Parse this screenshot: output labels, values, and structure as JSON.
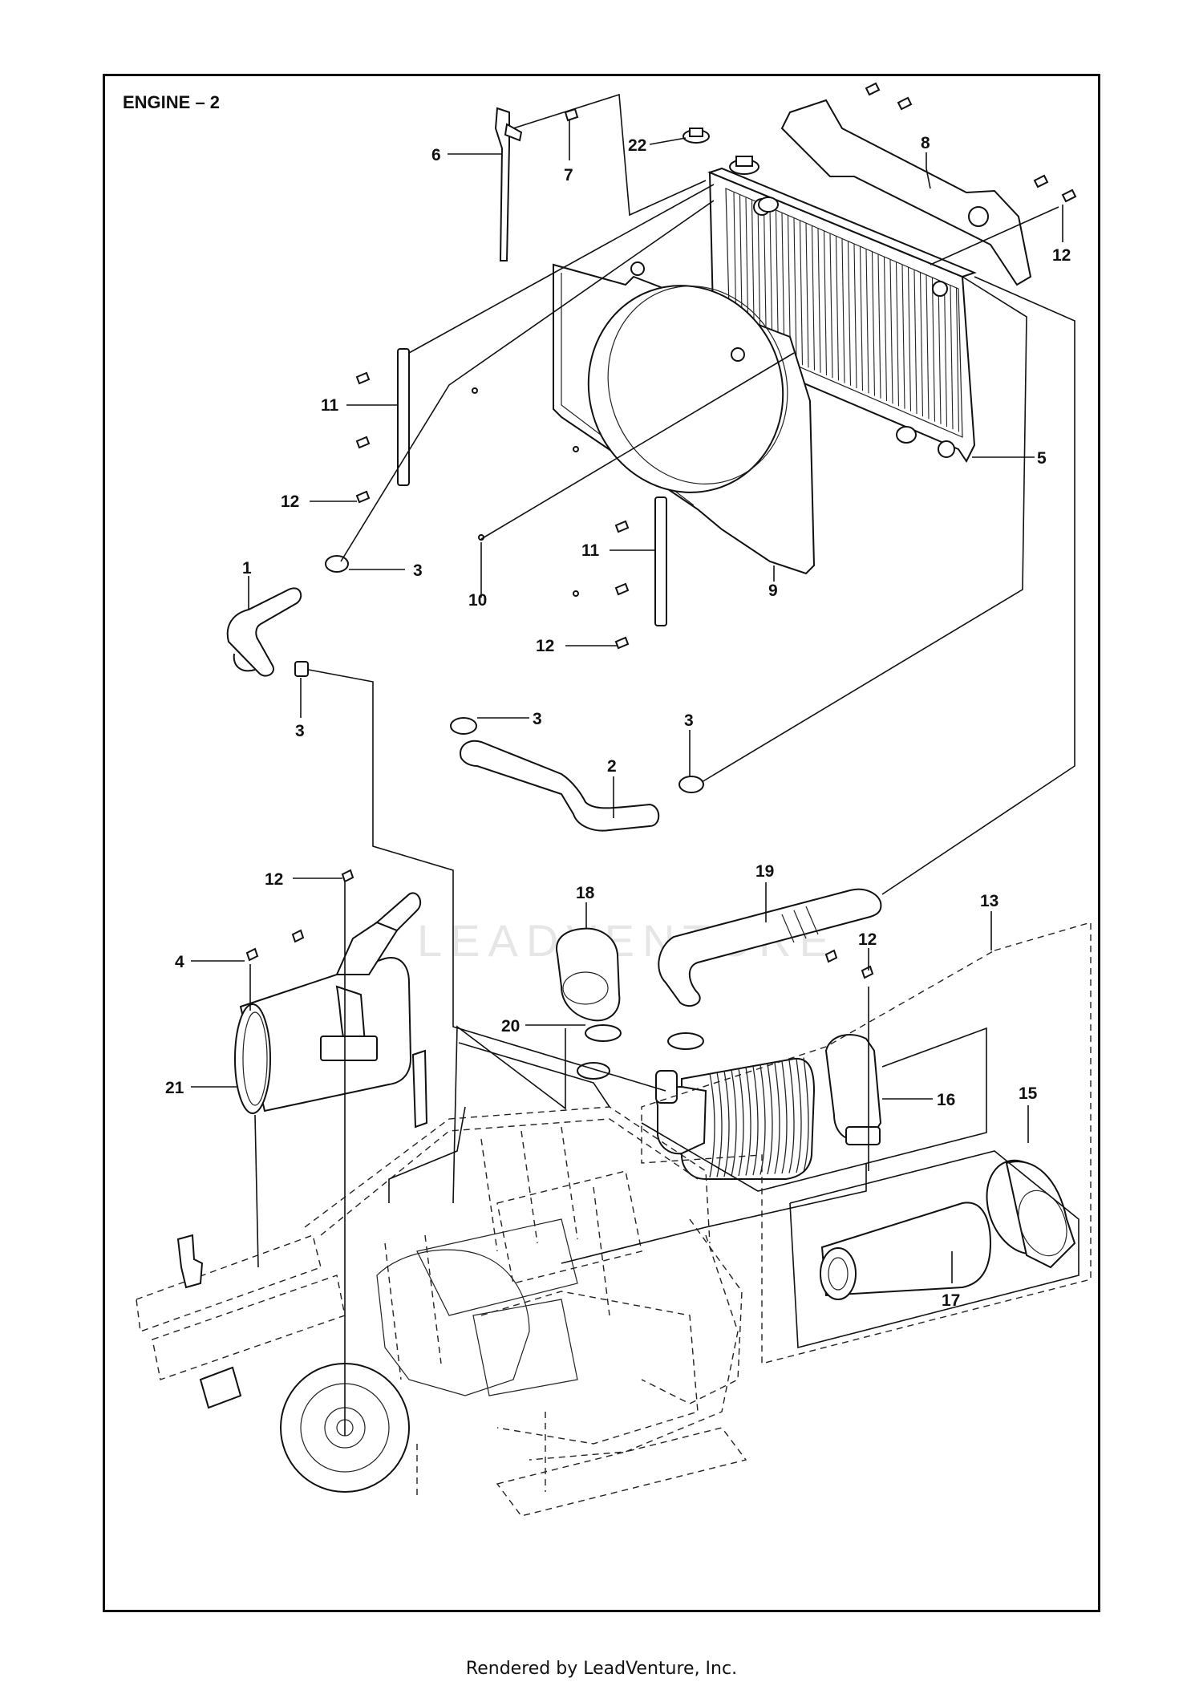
{
  "title": "ENGINE – 2",
  "footer": "Rendered by LeadVenture, Inc.",
  "watermark": "LEADVENTURE",
  "callouts": [
    {
      "id": "c6",
      "text": "6"
    },
    {
      "id": "c7",
      "text": "7"
    },
    {
      "id": "c22",
      "text": "22"
    },
    {
      "id": "c8",
      "text": "8"
    },
    {
      "id": "c12a",
      "text": "12"
    },
    {
      "id": "c11a",
      "text": "11"
    },
    {
      "id": "c12b",
      "text": "12"
    },
    {
      "id": "c5",
      "text": "5"
    },
    {
      "id": "c1",
      "text": "1"
    },
    {
      "id": "c3a",
      "text": "3"
    },
    {
      "id": "c10",
      "text": "10"
    },
    {
      "id": "c11b",
      "text": "11"
    },
    {
      "id": "c9",
      "text": "9"
    },
    {
      "id": "c12c",
      "text": "12"
    },
    {
      "id": "c3b",
      "text": "3"
    },
    {
      "id": "c3c",
      "text": "3"
    },
    {
      "id": "c3d",
      "text": "3"
    },
    {
      "id": "c2",
      "text": "2"
    },
    {
      "id": "c19",
      "text": "19"
    },
    {
      "id": "c18",
      "text": "18"
    },
    {
      "id": "c13",
      "text": "13"
    },
    {
      "id": "c12d",
      "text": "12"
    },
    {
      "id": "c12e",
      "text": "12"
    },
    {
      "id": "c4",
      "text": "4"
    },
    {
      "id": "c20",
      "text": "20"
    },
    {
      "id": "c16",
      "text": "16"
    },
    {
      "id": "c15",
      "text": "15"
    },
    {
      "id": "c21",
      "text": "21"
    },
    {
      "id": "c17",
      "text": "17"
    }
  ]
}
